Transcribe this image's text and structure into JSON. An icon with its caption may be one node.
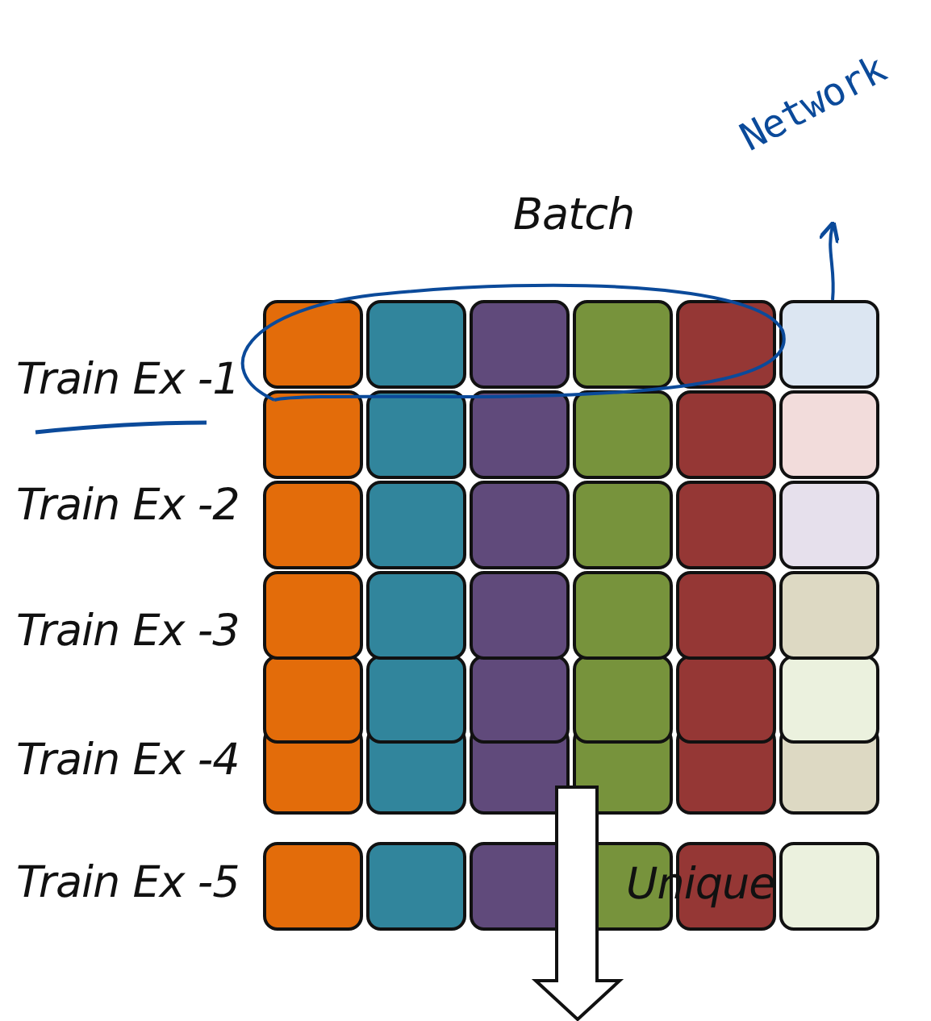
{
  "diagram": {
    "title": "Batch",
    "nodes": [
      {
        "text": [
          "Network"
        ]
      },
      {
        "text": [],
        "shape": "box"
      }
    ],
    "edges": [
      {
        "from": 1,
        "to": 0,
        "arrow": "to"
      }
    ],
    "labels": [
      "Train Ex -1",
      "Train Ex -2",
      "Train Ex -3",
      "Train Ex -4",
      "Train Ex -5",
      "Unique"
    ]
  }
}
